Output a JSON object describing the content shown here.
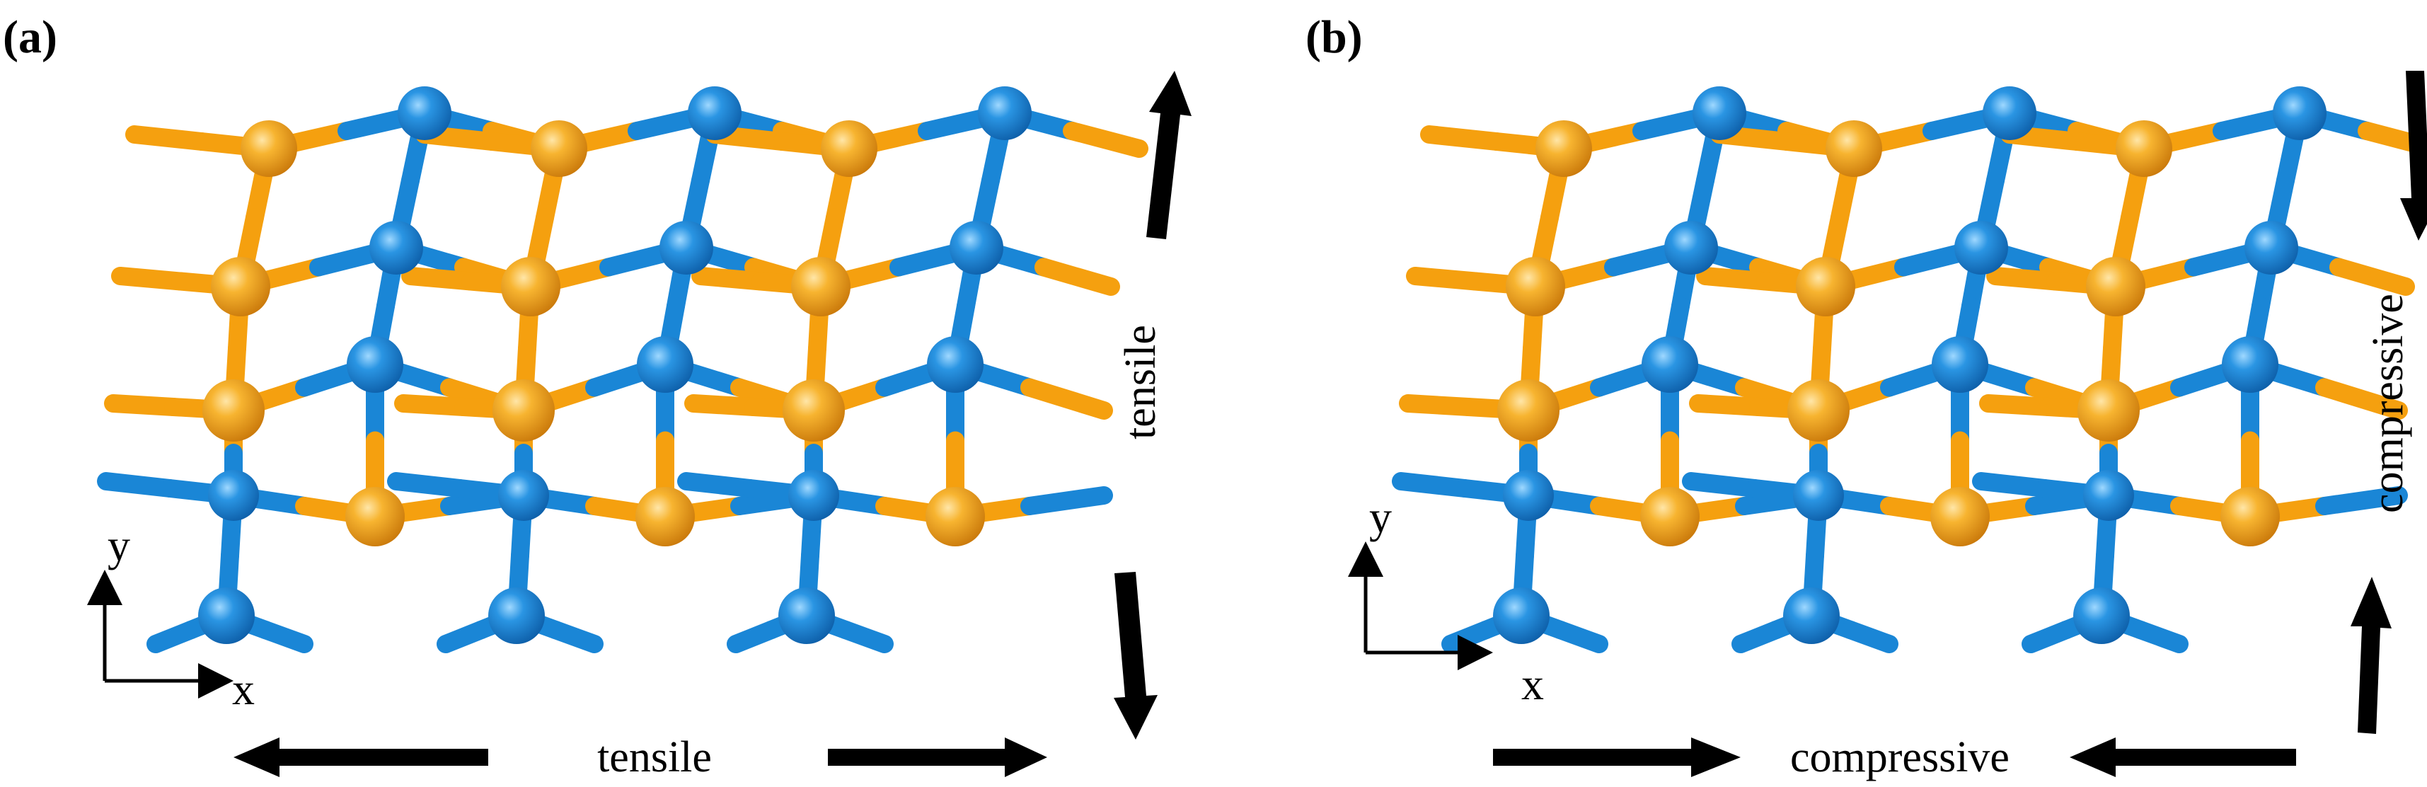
{
  "panels": [
    {
      "label": "(a)",
      "axes": {
        "y": "y",
        "x": "x"
      },
      "horizontal_strain": "tensile",
      "vertical_strain": "tensile"
    },
    {
      "label": "(b)",
      "axes": {
        "y": "y",
        "x": "x"
      },
      "horizontal_strain": "compressive",
      "vertical_strain": "compressive"
    }
  ],
  "colors": {
    "atom_orange": "#f5a00f",
    "atom_blue": "#1a86d6",
    "arrow": "#000000",
    "text": "#000000"
  }
}
